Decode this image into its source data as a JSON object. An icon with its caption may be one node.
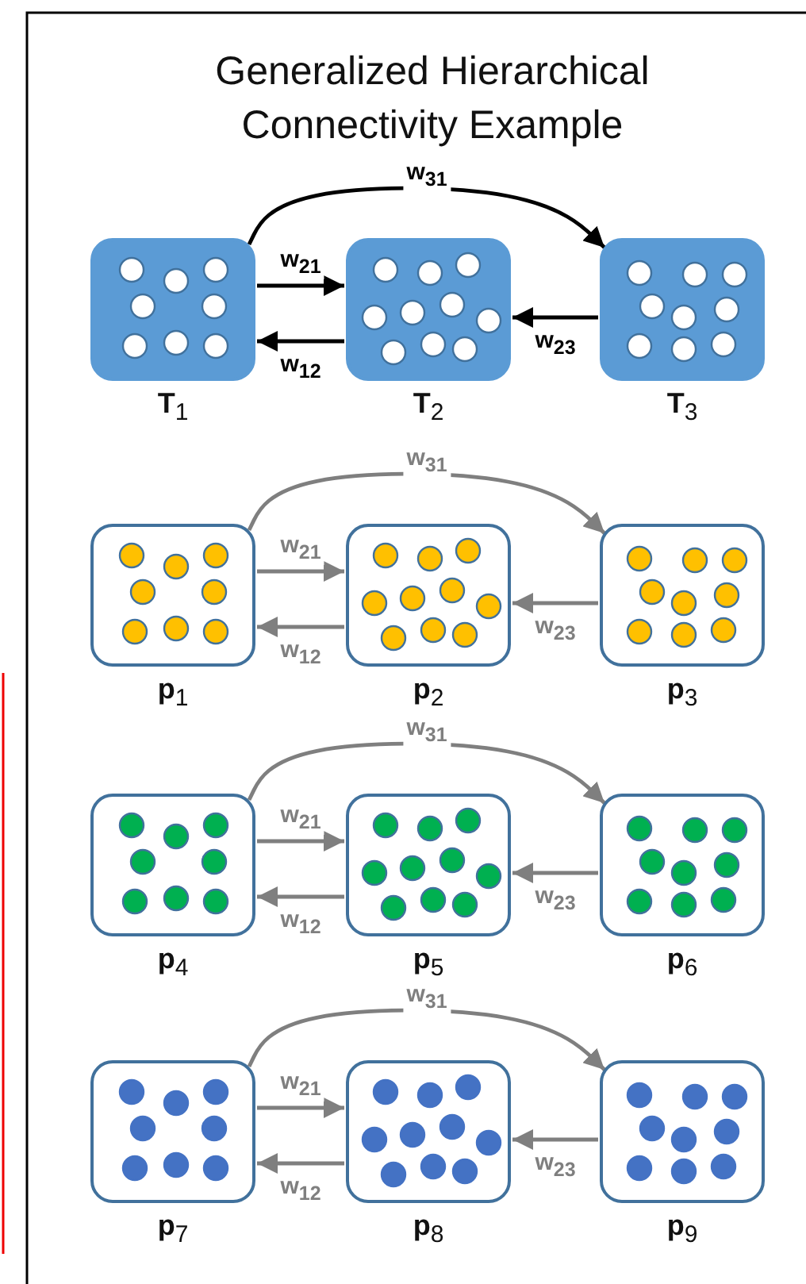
{
  "diagram": {
    "title": "Generalized Hierarchical Connectivity Example",
    "nodes": [
      {
        "text": [
          "**T**$_{1}$"
        ]
      },
      {
        "text": [
          "**T**$_{2}$"
        ]
      },
      {
        "text": [
          "**T**$_{3}$"
        ]
      },
      {
        "text": [
          "**p**$_{1}$"
        ]
      },
      {
        "text": [
          "**p**$_{2}$"
        ]
      },
      {
        "text": [
          "**p**$_{3}$"
        ]
      },
      {
        "text": [
          "**p**$_{4}$"
        ]
      },
      {
        "text": [
          "**p**$_{5}$"
        ]
      },
      {
        "text": [
          "**p**$_{6}$"
        ]
      },
      {
        "text": [
          "**p**$_{7}$"
        ]
      },
      {
        "text": [
          "**p**$_{8}$"
        ]
      },
      {
        "text": [
          "**p**$_{9}$"
        ]
      }
    ],
    "edges": [
      {
        "from": 0,
        "to": 2,
        "arrow": "to",
        "label": "**w**$_{31}$",
        "color": "#000000"
      },
      {
        "from": 0,
        "to": 1,
        "arrow": "to",
        "label": "**w**$_{21}$",
        "color": "#000000"
      },
      {
        "from": 1,
        "to": 0,
        "arrow": "to",
        "label": "**w**$_{12}$",
        "color": "#000000"
      },
      {
        "from": 2,
        "to": 1,
        "arrow": "to",
        "label": "**w**$_{23}$",
        "color": "#000000"
      },
      {
        "from": 3,
        "to": 5,
        "arrow": "to",
        "label": "w$_{31}$"
      },
      {
        "from": 3,
        "to": 4,
        "arrow": "to",
        "label": "w$_{21}$"
      },
      {
        "from": 4,
        "to": 3,
        "arrow": "to",
        "label": "w$_{12}$"
      },
      {
        "from": 5,
        "to": 4,
        "arrow": "to",
        "label": "w$_{23}$"
      },
      {
        "from": 6,
        "to": 8,
        "arrow": "to",
        "label": "w$_{31}$"
      },
      {
        "from": 6,
        "to": 7,
        "arrow": "to",
        "label": "w$_{21}$"
      },
      {
        "from": 7,
        "to": 6,
        "arrow": "to",
        "label": "w$_{12}$"
      },
      {
        "from": 8,
        "to": 7,
        "arrow": "to",
        "label": "w$_{23}$"
      },
      {
        "from": 9,
        "to": 11,
        "arrow": "to",
        "label": "w$_{31}$"
      },
      {
        "from": 9,
        "to": 10,
        "arrow": "to",
        "label": "w$_{21}$"
      },
      {
        "from": 10,
        "to": 9,
        "arrow": "to",
        "label": "w$_{12}$"
      },
      {
        "from": 11,
        "to": 10,
        "arrow": "to",
        "label": "w$_{23}$"
      }
    ]
  }
}
